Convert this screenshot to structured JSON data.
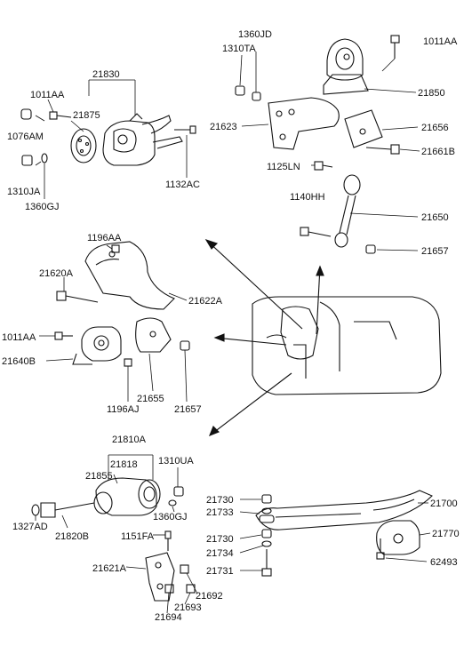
{
  "labels": {
    "p21830": "21830",
    "p1011AA_a": "1011AA",
    "p21875": "21875",
    "p1076AM": "1076AM",
    "p1310JA": "1310JA",
    "p1360GJ_a": "1360GJ",
    "p1132AC": "1132AC",
    "p1360JD": "1360JD",
    "p1310TA": "1310TA",
    "p1011AA_b": "1011AA",
    "p21850": "21850",
    "p21623": "21623",
    "p21656": "21656",
    "p21661B": "21661B",
    "p1125LN": "1125LN",
    "p1140HH": "1140HH",
    "p21650": "21650",
    "p21657_a": "21657",
    "p1196AA": "1196AA",
    "p21620A": "21620A",
    "p21622A": "21622A",
    "p1011AA_c": "1011AA",
    "p21640B": "21640B",
    "p21655": "21655",
    "p1196AJ": "1196AJ",
    "p21657_b": "21657",
    "p21810A": "21810A",
    "p21818": "21818",
    "p21855": "21855",
    "p1310UA": "1310UA",
    "p1360GJ_b": "1360GJ",
    "p1327AD": "1327AD",
    "p21820B": "21820B",
    "p1151FA": "1151FA",
    "p21621A": "21621A",
    "p21692": "21692",
    "p21693": "21693",
    "p21694": "21694",
    "p21730_a": "21730",
    "p21733": "21733",
    "p21730_b": "21730",
    "p21734": "21734",
    "p21731": "21731",
    "p21700": "21700",
    "p21770": "21770",
    "p62493": "62493"
  }
}
